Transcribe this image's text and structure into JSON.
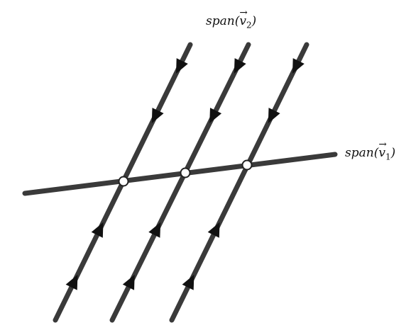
{
  "labels": {
    "span_v2": {
      "prefix": "span(",
      "var": "v",
      "sub": "2",
      "suffix": ")"
    },
    "span_v1": {
      "prefix": "span(",
      "var": "v",
      "sub": "1",
      "suffix": ")"
    }
  },
  "colors": {
    "line": "#3a3a3a",
    "arrow": "#111111",
    "point_fill": "#ffffff",
    "point_stroke": "#222222"
  },
  "flow": {
    "span_v1": "stationary (fixed points)",
    "span_v2": "attracting toward span(v1)"
  }
}
